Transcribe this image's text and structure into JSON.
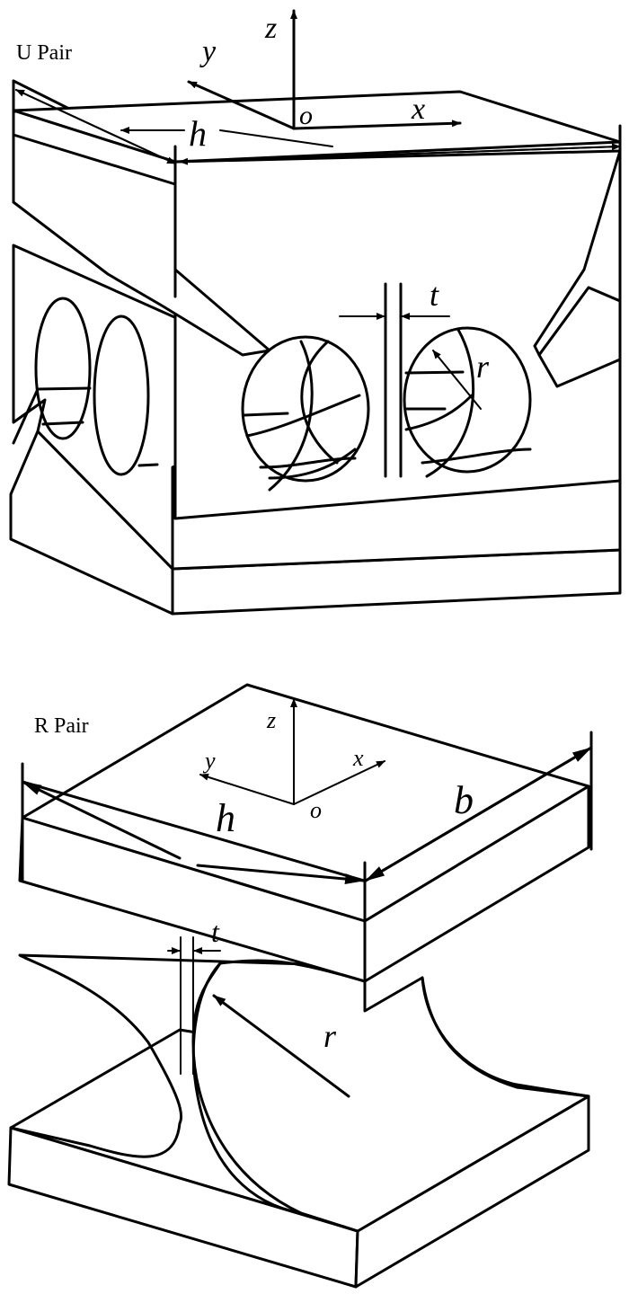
{
  "figures": [
    {
      "id": "u-pair",
      "title": "U Pair",
      "axes": {
        "x": "x",
        "y": "y",
        "z": "z",
        "origin": "o"
      },
      "dimensions": {
        "height": "h",
        "thickness": "t",
        "radius": "r"
      }
    },
    {
      "id": "r-pair",
      "title": "R Pair",
      "axes": {
        "x": "x",
        "y": "y",
        "z": "z",
        "origin": "o"
      },
      "dimensions": {
        "height": "h",
        "width": "b",
        "thickness": "t",
        "radius": "r"
      }
    }
  ],
  "colors": {
    "stroke": "#000000",
    "background": "#ffffff"
  }
}
